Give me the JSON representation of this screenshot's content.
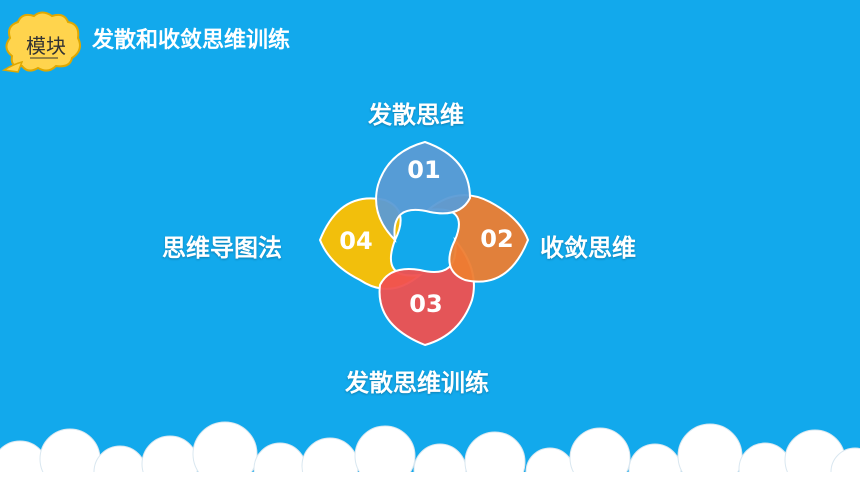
{
  "header": {
    "badge_label": "模块",
    "title": "发散和收敛思维训练"
  },
  "diagram": {
    "petals": [
      {
        "number": "01",
        "label": "发散思维",
        "color": "#5b9bd5"
      },
      {
        "number": "02",
        "label": "收敛思维",
        "color": "#ed7d31"
      },
      {
        "number": "03",
        "label": "发散思维训练",
        "color": "#f05050"
      },
      {
        "number": "04",
        "label": "思维导图法",
        "color": "#ffc000"
      }
    ]
  },
  "colors": {
    "background": "#12a9ec",
    "badge": "#ffd44d",
    "cloud": "#ffffff"
  }
}
